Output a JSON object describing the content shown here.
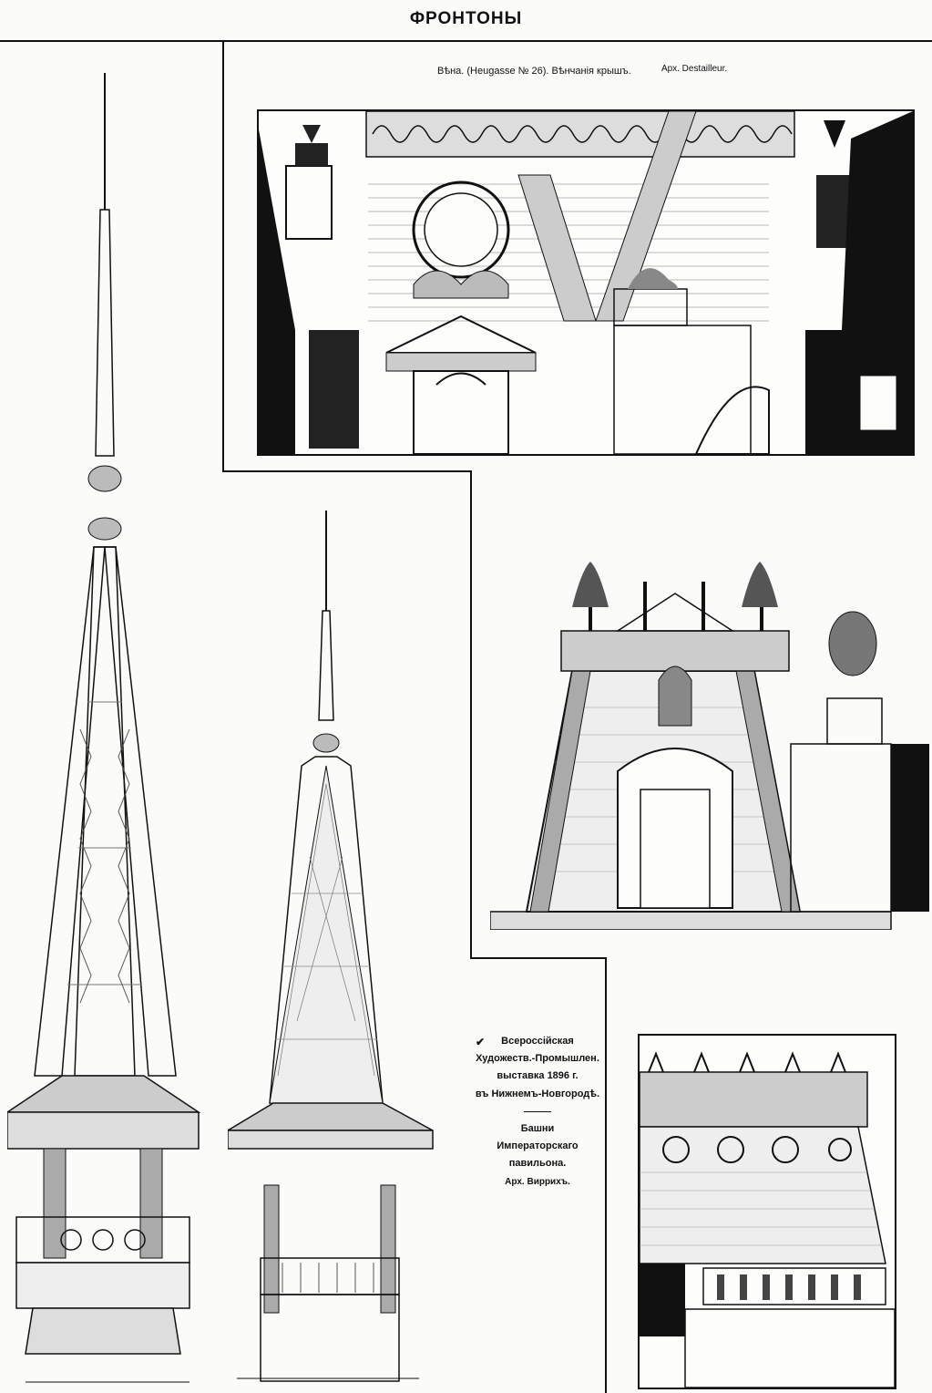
{
  "page": {
    "title": "ФРОНТОНЫ"
  },
  "vienna": {
    "caption": "Вѣна. (Heugasse № 26). Вѣнчанія крышъ.",
    "architect": "Арх. Destailleur."
  },
  "exhibition": {
    "line1": "Всероссійская",
    "line2": "Художеств.-Промышлен.",
    "line3": "выставка 1896 г.",
    "line4": "въ Нижнемъ-Новгородѣ.",
    "towers_line1": "Башни",
    "towers_line2": "Императорскаго",
    "towers_line3": "павильона.",
    "architect": "Арх. Виррихъ."
  },
  "colors": {
    "ink": "#111111",
    "paper": "#fbfbf9"
  }
}
